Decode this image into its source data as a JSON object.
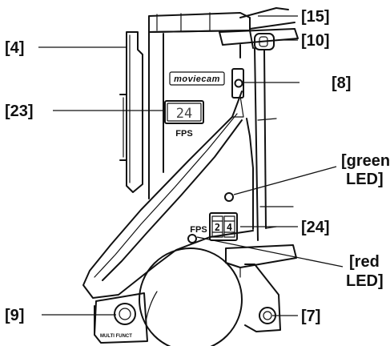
{
  "diagram": {
    "brand_label": "moviecam",
    "lcd_readout": "24",
    "lcd_unit_label": "FPS",
    "switch_unit_label": "FPS",
    "switch_digits": [
      "2",
      "4"
    ],
    "multi_function_label": "MULTI FUNCT",
    "callouts": {
      "c15": "[15]",
      "c10": "[10]",
      "c4": "[4]",
      "c8": "[8]",
      "c23": "[23]",
      "green_line1": "[green",
      "green_line2": "LED]",
      "c24": "[24]",
      "red_line1": "[red",
      "red_line2": "LED]",
      "c9": "[9]",
      "c7": "[7]"
    }
  }
}
